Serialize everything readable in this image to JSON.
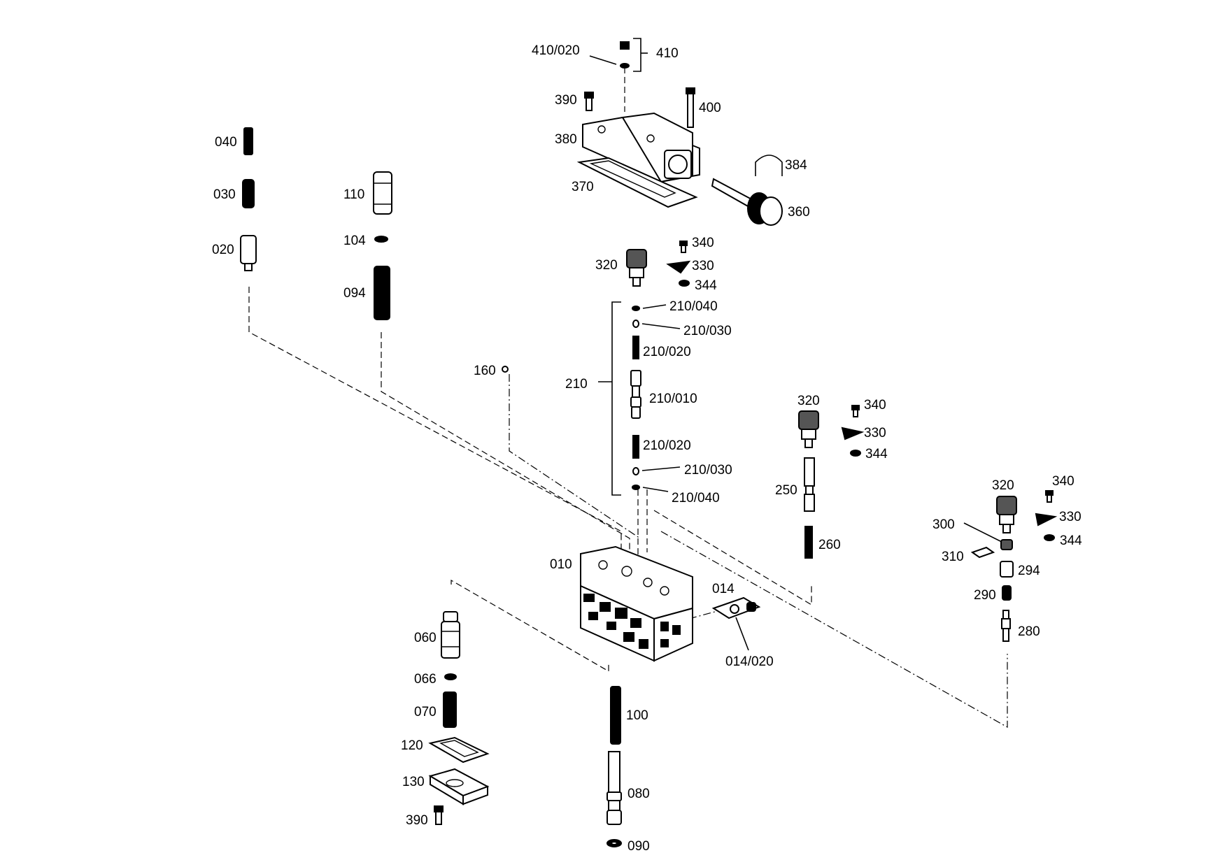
{
  "labels": {
    "p410_020": "410/020",
    "p410": "410",
    "p390_top": "390",
    "p400": "400",
    "p380": "380",
    "p384": "384",
    "p370": "370",
    "p360": "360",
    "p040": "040",
    "p030": "030",
    "p110": "110",
    "p020": "020",
    "p104": "104",
    "p094": "094",
    "p320_a": "320",
    "p340_a": "340",
    "p330_a": "330",
    "p344_a": "344",
    "p210_040_a": "210/040",
    "p210_030_a": "210/030",
    "p210_020_a": "210/020",
    "p160": "160",
    "p210": "210",
    "p210_010": "210/010",
    "p210_020_b": "210/020",
    "p210_030_b": "210/030",
    "p210_040_b": "210/040",
    "p320_b": "320",
    "p340_b": "340",
    "p330_b": "330",
    "p344_b": "344",
    "p250": "250",
    "p260": "260",
    "p320_c": "320",
    "p340_c": "340",
    "p300": "300",
    "p330_c": "330",
    "p344_c": "344",
    "p310": "310",
    "p294": "294",
    "p290": "290",
    "p280": "280",
    "p010": "010",
    "p014": "014",
    "p014_020": "014/020",
    "p060": "060",
    "p066": "066",
    "p070": "070",
    "p100": "100",
    "p120": "120",
    "p130": "130",
    "p080": "080",
    "p390_bottom": "390",
    "p090": "090"
  }
}
